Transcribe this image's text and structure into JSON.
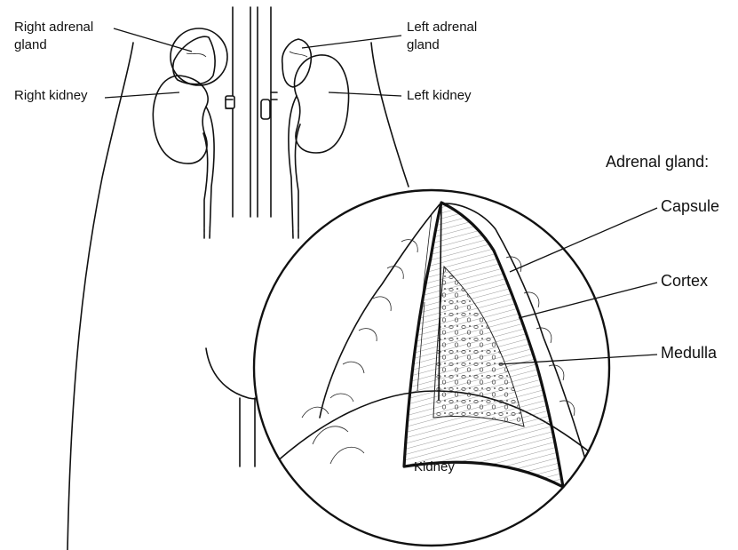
{
  "labels": {
    "right_adrenal": [
      "Right adrenal",
      "gland"
    ],
    "right_kidney": "Right kidney",
    "left_adrenal": [
      "Left adrenal",
      "gland"
    ],
    "left_kidney": "Left kidney",
    "inset_title": "Adrenal gland:",
    "capsule": "Capsule",
    "cortex": "Cortex",
    "medulla": "Medulla",
    "kidney": "Kidney"
  }
}
